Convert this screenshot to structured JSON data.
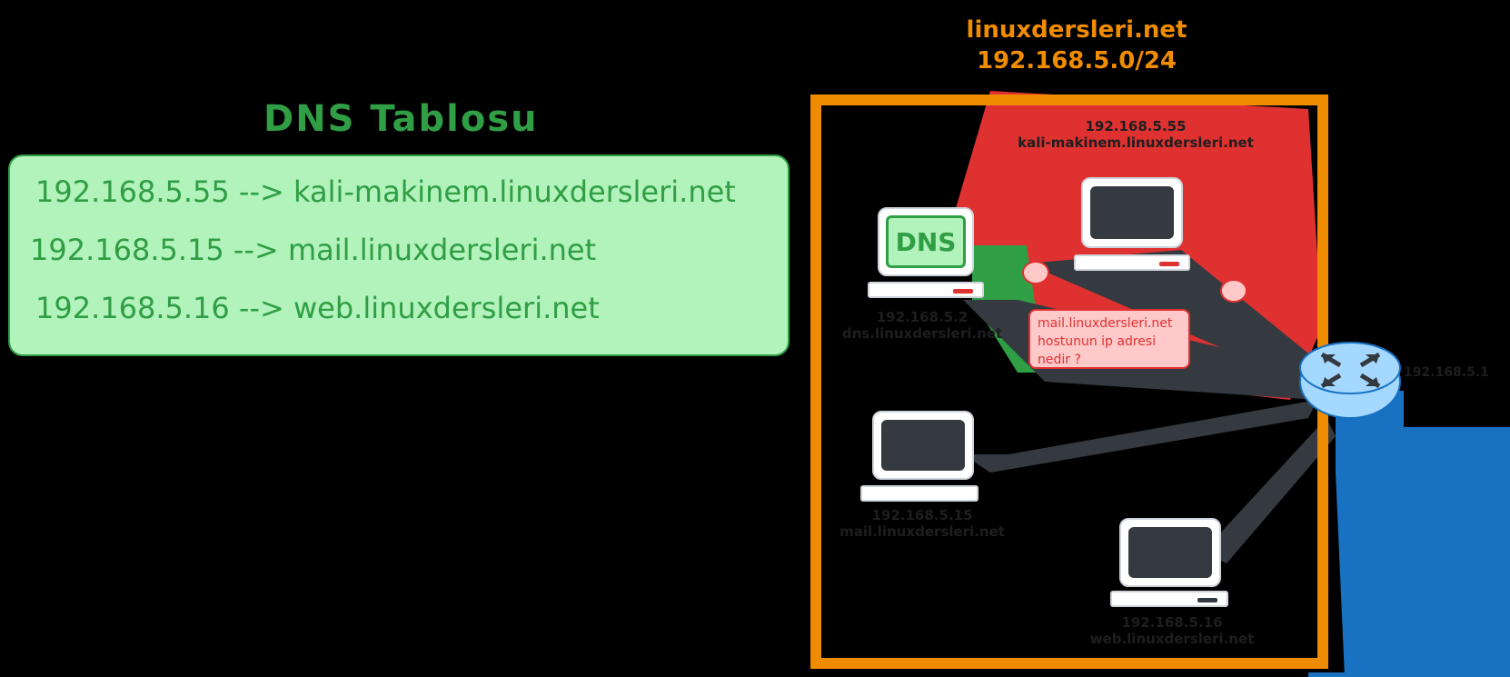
{
  "dns_table": {
    "title": "DNS Tablosu",
    "rows": [
      "192.168.5.55  --> kali-makinem.linuxdersleri.net",
      "192.168.5.15  --> mail.linuxdersleri.net",
      "192.168.5.16  --> web.linuxdersleri.net"
    ]
  },
  "network": {
    "domain_lines": [
      "linuxdersleri.net",
      "192.168.5.0/24"
    ]
  },
  "hosts": {
    "dns_server": {
      "screen_text": "DNS",
      "ip": "192.168.5.2",
      "name": "dns.linuxdersleri.net"
    },
    "kali": {
      "ip": "192.168.5.55",
      "name": "kali-makinem.linuxdersleri.net"
    },
    "mail": {
      "ip": "192.168.5.15",
      "name": "mail.linuxdersleri.net"
    },
    "web": {
      "ip": "192.168.5.16",
      "name": "web.linuxdersleri.net"
    }
  },
  "query_bubble": {
    "lines": [
      "mail.linuxdersleri.net",
      "hostunun ip adresi",
      "nedir ?"
    ]
  },
  "router": {
    "ip": "192.168.5.1"
  },
  "colors": {
    "dns_green": "#2f9e44",
    "table_fill": "#b2f2bb",
    "network_orange": "#f08c00",
    "query_red": "#e03131",
    "bubble_fill": "#ffc9c9",
    "link_dark": "#343a40",
    "uplink_blue": "#1971c2",
    "router_fill": "#a5d8ff"
  }
}
